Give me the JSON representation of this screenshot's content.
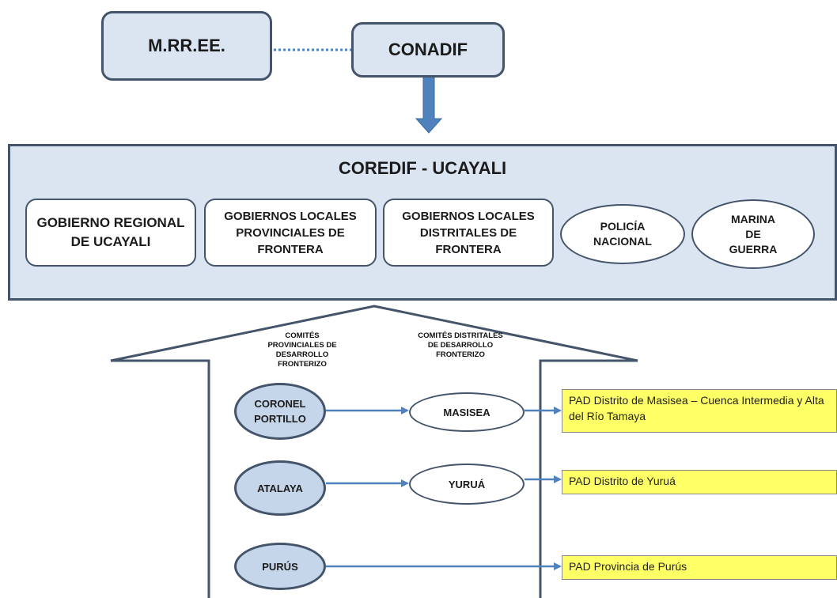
{
  "top": {
    "left_box": "M.RR.EE.",
    "right_box": "CONADIF"
  },
  "coredif": {
    "title": "COREDIF - UCAYALI",
    "members": [
      "GOBIERNO REGIONAL DE UCAYALI",
      "GOBIERNOS LOCALES PROVINCIALES DE FRONTERA",
      "GOBIERNOS LOCALES DISTRITALES DE FRONTERA",
      "POLICÍA NACIONAL",
      "MARINA DE GUERRA"
    ]
  },
  "labels": {
    "provincial": "COMITÉS PROVINCIALES DE DESARROLLO FRONTERIZO",
    "district": "COMITÉS DISTRITALES DE DESARROLLO FRONTERIZO"
  },
  "rows": [
    {
      "province": "CORONEL PORTILLO",
      "district": "MASISEA",
      "pad": "PAD Distrito de Masisea – Cuenca Intermedia y Alta  del Río Tamaya"
    },
    {
      "province": "ATALAYA",
      "district": "YURUÁ",
      "pad": "PAD Distrito de Yuruá"
    },
    {
      "province": "PURÚS",
      "district": "",
      "pad": "PAD Provincia de Purús"
    }
  ],
  "colors": {
    "panel_fill": "#dbe5f1",
    "border": "#44546a",
    "arrow": "#4f81bd",
    "pad_fill": "#ffff66"
  }
}
